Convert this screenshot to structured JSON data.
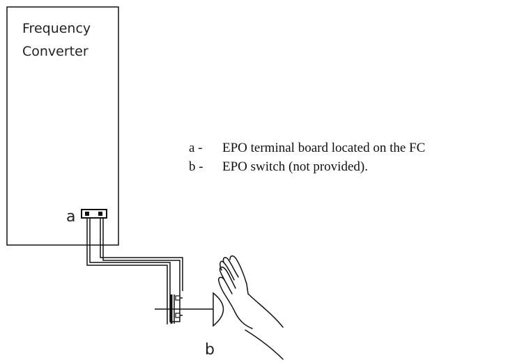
{
  "frequency_converter": {
    "title_line1": "Frequency",
    "title_line2": "Converter"
  },
  "callouts": {
    "a": "a",
    "b": "b"
  },
  "legend": [
    {
      "key": "a -",
      "text": "EPO terminal board located on the FC"
    },
    {
      "key": "b -",
      "text": "EPO switch (not provided)."
    }
  ],
  "colors": {
    "line": "#111111",
    "text": "#222222",
    "background": "#ffffff"
  }
}
